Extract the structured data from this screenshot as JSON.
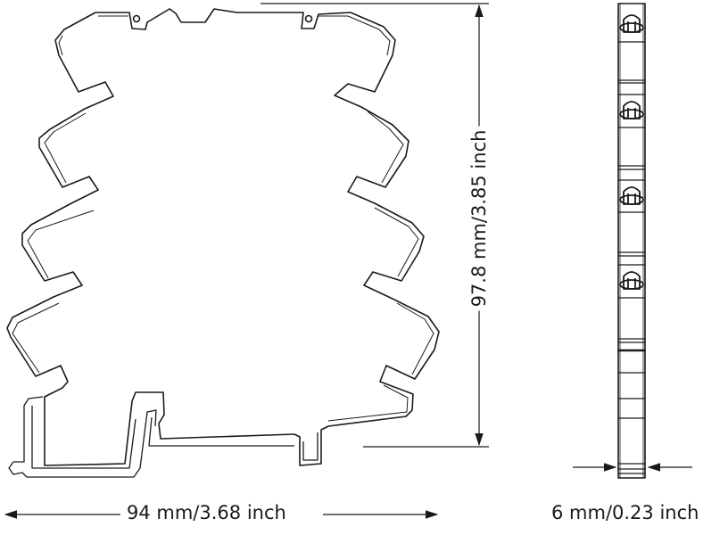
{
  "drawing": {
    "width_label": "94 mm/3.68 inch",
    "height_label": "97.8 mm/3.85 inch",
    "depth_label": "6 mm/0.23 inch",
    "line_color": "#1a1a1a",
    "terminal_count": 4
  }
}
